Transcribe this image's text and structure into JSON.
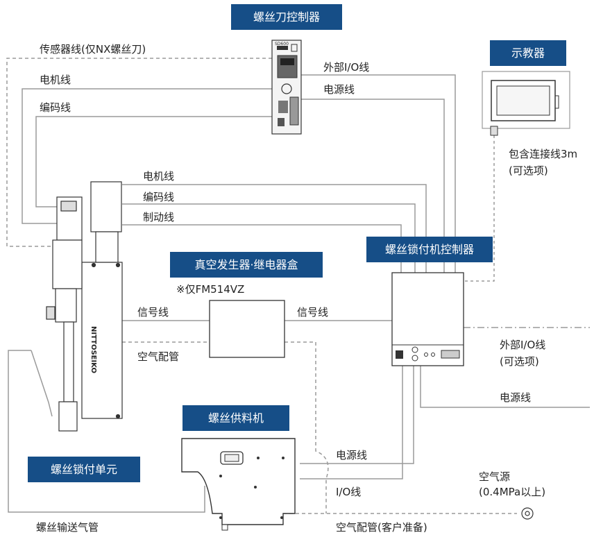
{
  "titles": {
    "screw_driver_controller": "螺丝刀控制器",
    "teach_pendant": "示教器",
    "screw_tightening_controller": "螺丝锁付机控制器",
    "vacuum_relay_box": "真空发生器·继电器盒",
    "screw_feeder": "螺丝供料机",
    "screw_tightening_unit": "螺丝锁付单元"
  },
  "labels": {
    "sensor_cable": "传感器线(仅NX螺丝刀)",
    "motor_cable_top": "电机线",
    "encoder_cable_top": "编码线",
    "external_io_cable": "外部I/O线",
    "power_cable_top": "电源线",
    "connection_cable_line1": "包含连接线3m",
    "connection_cable_line2": "(可选项)",
    "motor_cable_mid": "电机线",
    "encoder_cable_mid": "编码线",
    "brake_cable": "制动线",
    "fm514vz_note": "※仅FM514VZ",
    "signal_cable_left": "信号线",
    "signal_cable_right": "信号线",
    "air_piping": "空气配管",
    "external_io_optional_line1": "外部I/O线",
    "external_io_optional_line2": "(可选项)",
    "power_cable_right": "电源线",
    "power_cable_feeder": "电源线",
    "io_cable": "I/O线",
    "air_source_line1": "空气源",
    "air_source_line2": "(0.4MPa以上)",
    "screw_feed_air_tube": "螺丝输送气管",
    "air_piping_customer": "空气配管(客户准备)"
  },
  "device_marks": {
    "controller_model": "SD600",
    "brand_vertical": "NITTOSEIKO"
  },
  "colors": {
    "title_box": "#164e87",
    "wire": "#9a9a9a",
    "device_outline": "#333333"
  }
}
